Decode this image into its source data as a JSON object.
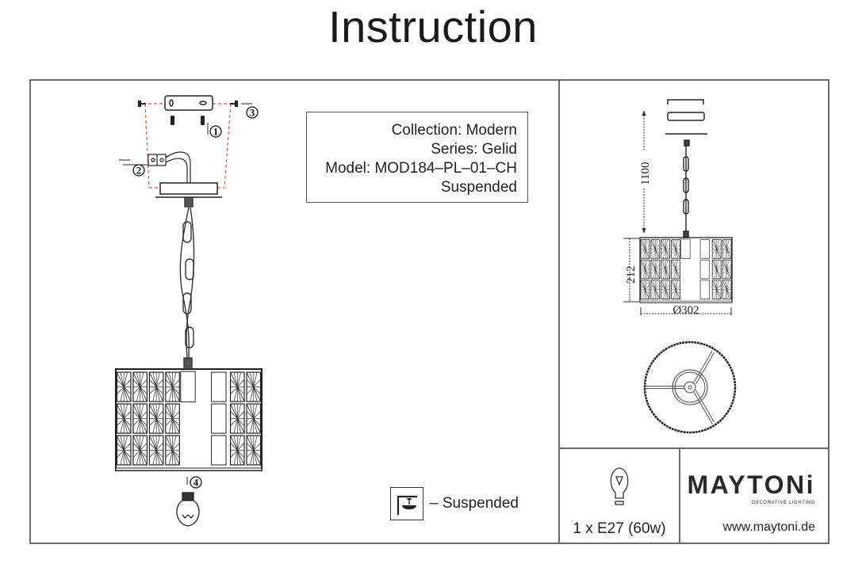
{
  "page": {
    "title": "Instruction"
  },
  "product_info": {
    "collection": "Collection: Modern",
    "series": "Series: Gelid",
    "model": "Model: MOD184–PL–01–CH",
    "type": "Suspended"
  },
  "assembly_steps": {
    "step1": "1",
    "step2": "2",
    "step3": "3",
    "step4": "4"
  },
  "legend": {
    "icon": "suspended-ceiling-icon",
    "label": "– Suspended"
  },
  "dimensions": {
    "height_total": "1100",
    "shade_height": "212",
    "diameter": "Ø302"
  },
  "lamp_spec": {
    "icon": "light-bulb-icon",
    "text": "1 x E27 (60w)"
  },
  "brand": {
    "name": "MAYTONi",
    "tagline": "DECORATIVE LIGHTING",
    "url": "www.maytoni.de"
  },
  "colors": {
    "frame": "#6a6a6a",
    "guide_dashed": "#d9534f",
    "ink": "#222222"
  }
}
